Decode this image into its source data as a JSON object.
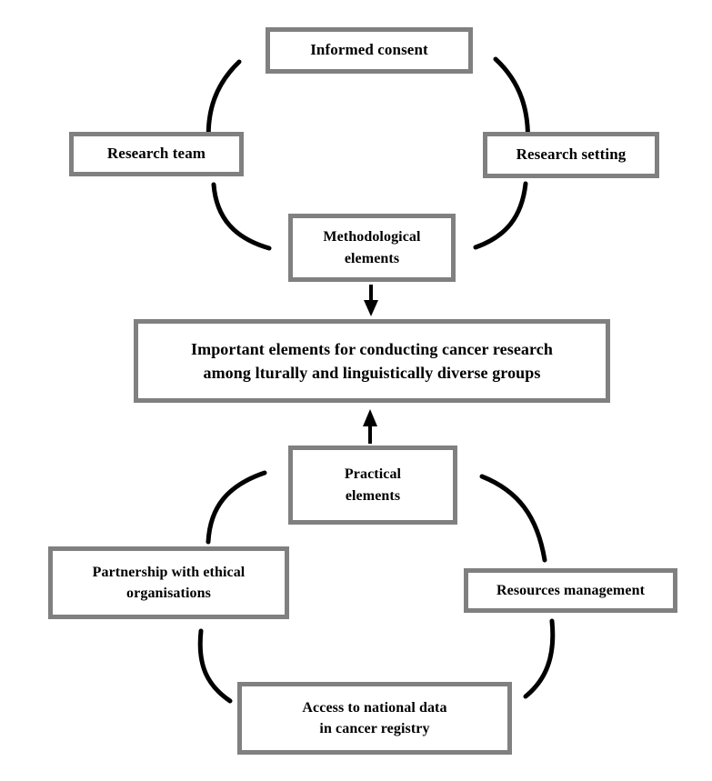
{
  "diagram": {
    "title_node": {
      "id": "central",
      "line1": "Important elements for conducting cancer research",
      "line2": "among lturally and linguistically diverse groups"
    },
    "colors": {
      "node_border": "#808080",
      "node_fill": "#ffffff",
      "connector": "#000000",
      "text": "#000000"
    },
    "methodological_cycle": {
      "hub_line1": "Methodological",
      "hub_line2": "elements",
      "nodes": [
        {
          "id": "informed-consent",
          "label": "Informed consent"
        },
        {
          "id": "research-team",
          "label": "Research team"
        },
        {
          "id": "research-setting",
          "label": "Research setting"
        }
      ]
    },
    "practical_cycle": {
      "hub_line1": "Practical",
      "hub_line2": "elements",
      "nodes": [
        {
          "id": "partnership",
          "line1": "Partnership with ethical",
          "line2": "organisations"
        },
        {
          "id": "resources",
          "label": "Resources management"
        },
        {
          "id": "access-registry",
          "line1": "Access to national data",
          "line2": "in cancer registry"
        }
      ]
    },
    "connectors": [
      {
        "id": "arrow-down-methodological-to-central",
        "icon": "down-arrow-icon",
        "direction": "down"
      },
      {
        "id": "arrow-up-practical-to-central",
        "icon": "up-arrow-icon",
        "direction": "up"
      },
      {
        "id": "arc-team-to-consent",
        "icon": "curved-connector-icon"
      },
      {
        "id": "arc-consent-to-setting",
        "icon": "curved-connector-icon"
      },
      {
        "id": "arc-team-to-methodological",
        "icon": "curved-connector-icon"
      },
      {
        "id": "arc-methodological-to-setting",
        "icon": "curved-connector-icon"
      },
      {
        "id": "arc-partnership-to-practical",
        "icon": "curved-connector-icon"
      },
      {
        "id": "arc-practical-to-resources",
        "icon": "curved-connector-icon"
      },
      {
        "id": "arc-partnership-to-access",
        "icon": "curved-connector-icon"
      },
      {
        "id": "arc-access-to-resources",
        "icon": "curved-connector-icon"
      }
    ]
  }
}
